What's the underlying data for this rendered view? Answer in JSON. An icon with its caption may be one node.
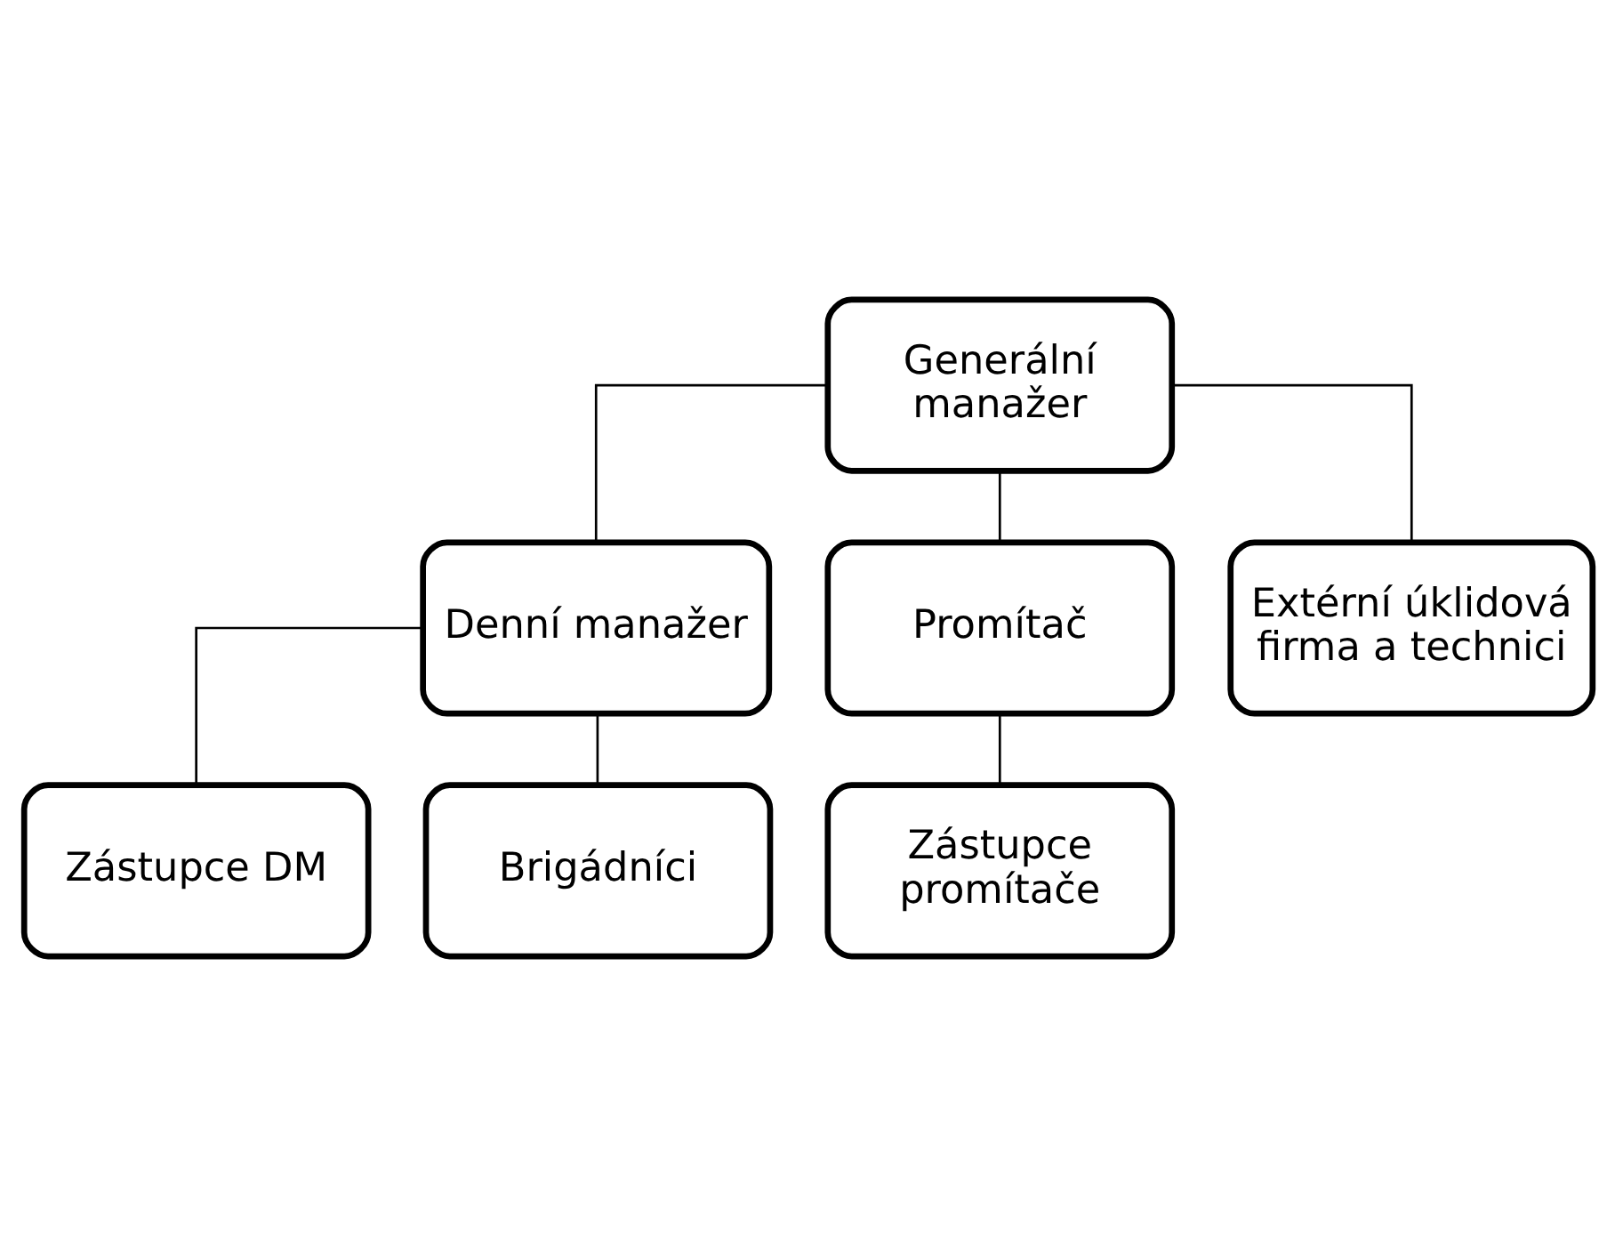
{
  "diagram": {
    "nodes": [
      {
        "text": [
          "Generální manažer"
        ]
      },
      {
        "text": [
          "Denní manažer"
        ]
      },
      {
        "text": [
          "Promítač"
        ]
      },
      {
        "text": [
          "Extérní úklidová firma a technici"
        ]
      },
      {
        "text": [
          "Zástupce DM"
        ]
      },
      {
        "text": [
          "Brigádníci"
        ]
      },
      {
        "text": [
          "Zástupce promítače"
        ]
      }
    ],
    "edges": [
      {
        "from": 0,
        "to": 1,
        "arrow": "none"
      },
      {
        "from": 0,
        "to": 2,
        "arrow": "none"
      },
      {
        "from": 0,
        "to": 3,
        "arrow": "none"
      },
      {
        "from": 1,
        "to": 4,
        "arrow": "none"
      },
      {
        "from": 1,
        "to": 5,
        "arrow": "none"
      },
      {
        "from": 2,
        "to": 6,
        "arrow": "none"
      }
    ]
  }
}
